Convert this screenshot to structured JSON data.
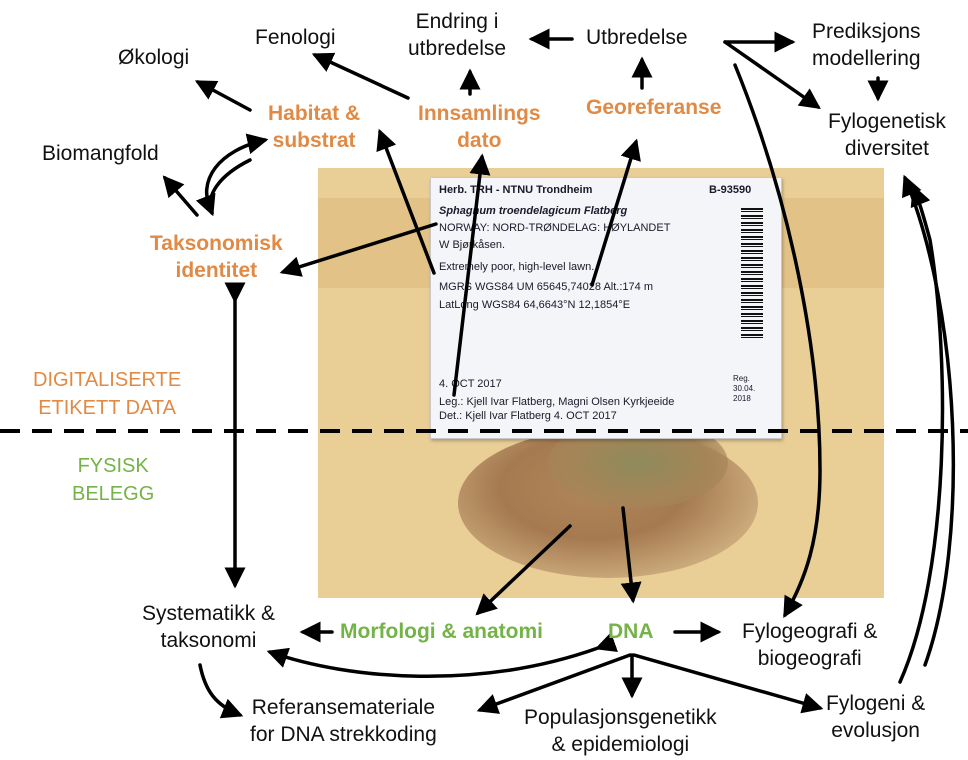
{
  "nodes": {
    "okologi": "Økologi",
    "fenologi": "Fenologi",
    "endring_l1": "Endring i",
    "endring_l2": "utbredelse",
    "utbredelse": "Utbredelse",
    "prediksjons_l1": "Prediksjons",
    "prediksjons_l2": "modellering",
    "habitat_l1": "Habitat &",
    "habitat_l2": "substrat",
    "innsamlings_l1": "Innsamlings",
    "innsamlings_l2": "dato",
    "georeferanse": "Georeferanse",
    "fylogenetisk_l1": "Fylogenetisk",
    "fylogenetisk_l2": "diversitet",
    "biomangfold": "Biomangfold",
    "taksonomisk_l1": "Taksonomisk",
    "taksonomisk_l2": "identitet",
    "systematikk_l1": "Systematikk &",
    "systematikk_l2": "taksonomi",
    "morfologi": "Morfologi & anatomi",
    "dna": "DNA",
    "fylogeografi_l1": "Fylogeografi &",
    "fylogeografi_l2": "biogeografi",
    "referanse_l1": "Referansemateriale",
    "referanse_l2": "for DNA strekkoding",
    "populasjons_l1": "Populasjonsgenetikk",
    "populasjons_l2": "& epidemiologi",
    "fylogeni_l1": "Fylogeni &",
    "fylogeni_l2": "evolusjon"
  },
  "sections": {
    "digital_l1": "DIGITALISERTE",
    "digital_l2": "ETIKETT DATA",
    "physical_l1": "FYSISK",
    "physical_l2": "BELEGG"
  },
  "specimen_label": {
    "herbarium": "Herb. TRH - NTNU Trondheim",
    "catalog_number": "B-93590",
    "species": "Sphagnum troendelagicum Flatberg",
    "locality_l1": "NORWAY: NORD-TRØNDELAG: HØYLANDET",
    "locality_l2": "W Bjørkåsen.",
    "habitat": "Extremely poor, high-level lawn.",
    "mgrs": "MGRS WGS84  UM 65645,74028 Alt.:174 m",
    "latlong": "LatLong WGS84  64,6643°N 12,1854°E",
    "date": "4. OCT 2017",
    "leg": "Leg.: Kjell Ivar Flatberg, Magni Olsen Kyrkjeeide",
    "det": "Det.: Kjell Ivar Flatberg 4. OCT 2017",
    "reg_l1": "Reg.",
    "reg_l2": "30.04.",
    "reg_l3": "2018"
  },
  "colors": {
    "label_data": "#e08a45",
    "physical": "#74b348",
    "arrows": "#000000"
  }
}
